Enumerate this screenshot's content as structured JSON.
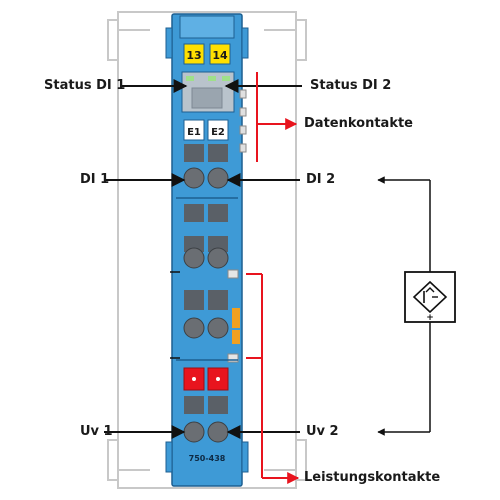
{
  "labels": {
    "status_di1": "Status DI 1",
    "status_di2": "Status DI 2",
    "datenkontakte": "Datenkontakte",
    "di1": "DI 1",
    "di2": "DI 2",
    "uv1": "Uv 1",
    "uv2": "Uv 2",
    "leistungskontakte": "Leistungskontakte"
  },
  "module": {
    "channel_13": "13",
    "channel_14": "14",
    "e1": "E1",
    "e2": "E2",
    "model": "750-438"
  },
  "sensor": {
    "plus": "+"
  },
  "colors": {
    "module_blue": "#3e9ad6",
    "module_dark": "#1d5f91",
    "label_yellow": "#ffe000",
    "contact_red": "#e8141e",
    "rail_grey": "#c8c8c8",
    "terminal_grey": "#6a6e73"
  }
}
